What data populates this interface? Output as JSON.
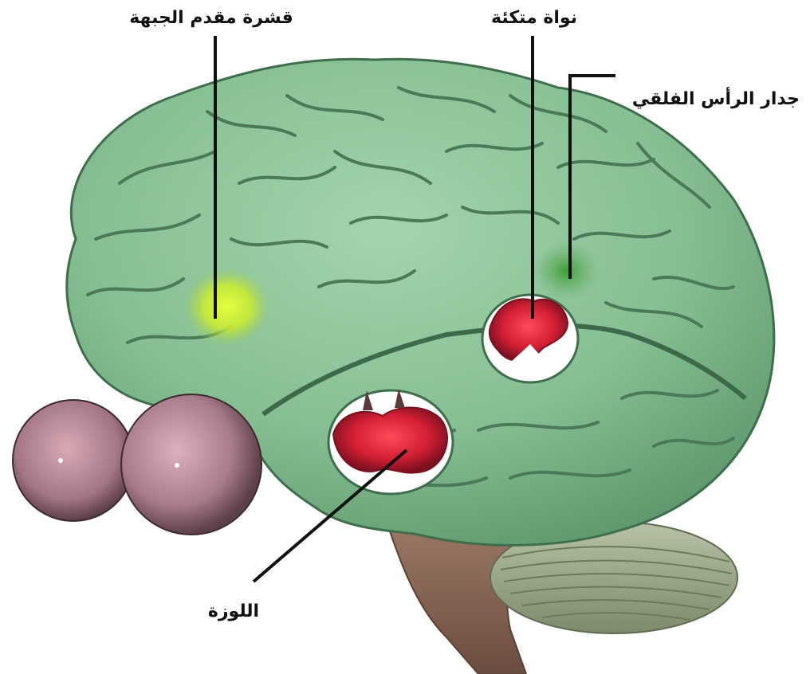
{
  "labels": {
    "prefrontal": "قشرة مقدم الجبهة",
    "nucleus": "نواة متكئة",
    "parietal": "جدار الرأس الفلقي",
    "amygdala": "اللوزة"
  },
  "colors": {
    "background": "#ffffff",
    "brain": "#8cc59a",
    "brain_shadow": "#5f9a6e",
    "sulcus": "#4a7a58",
    "highlight_yellow": "#d4f03a",
    "highlight_green": "#55b04a",
    "highlight_red": "#e0243a",
    "eye": "#a87a86",
    "cerebellum": "#9aa88a",
    "brainstem": "#8a6a5a",
    "leader_line": "#111111"
  }
}
